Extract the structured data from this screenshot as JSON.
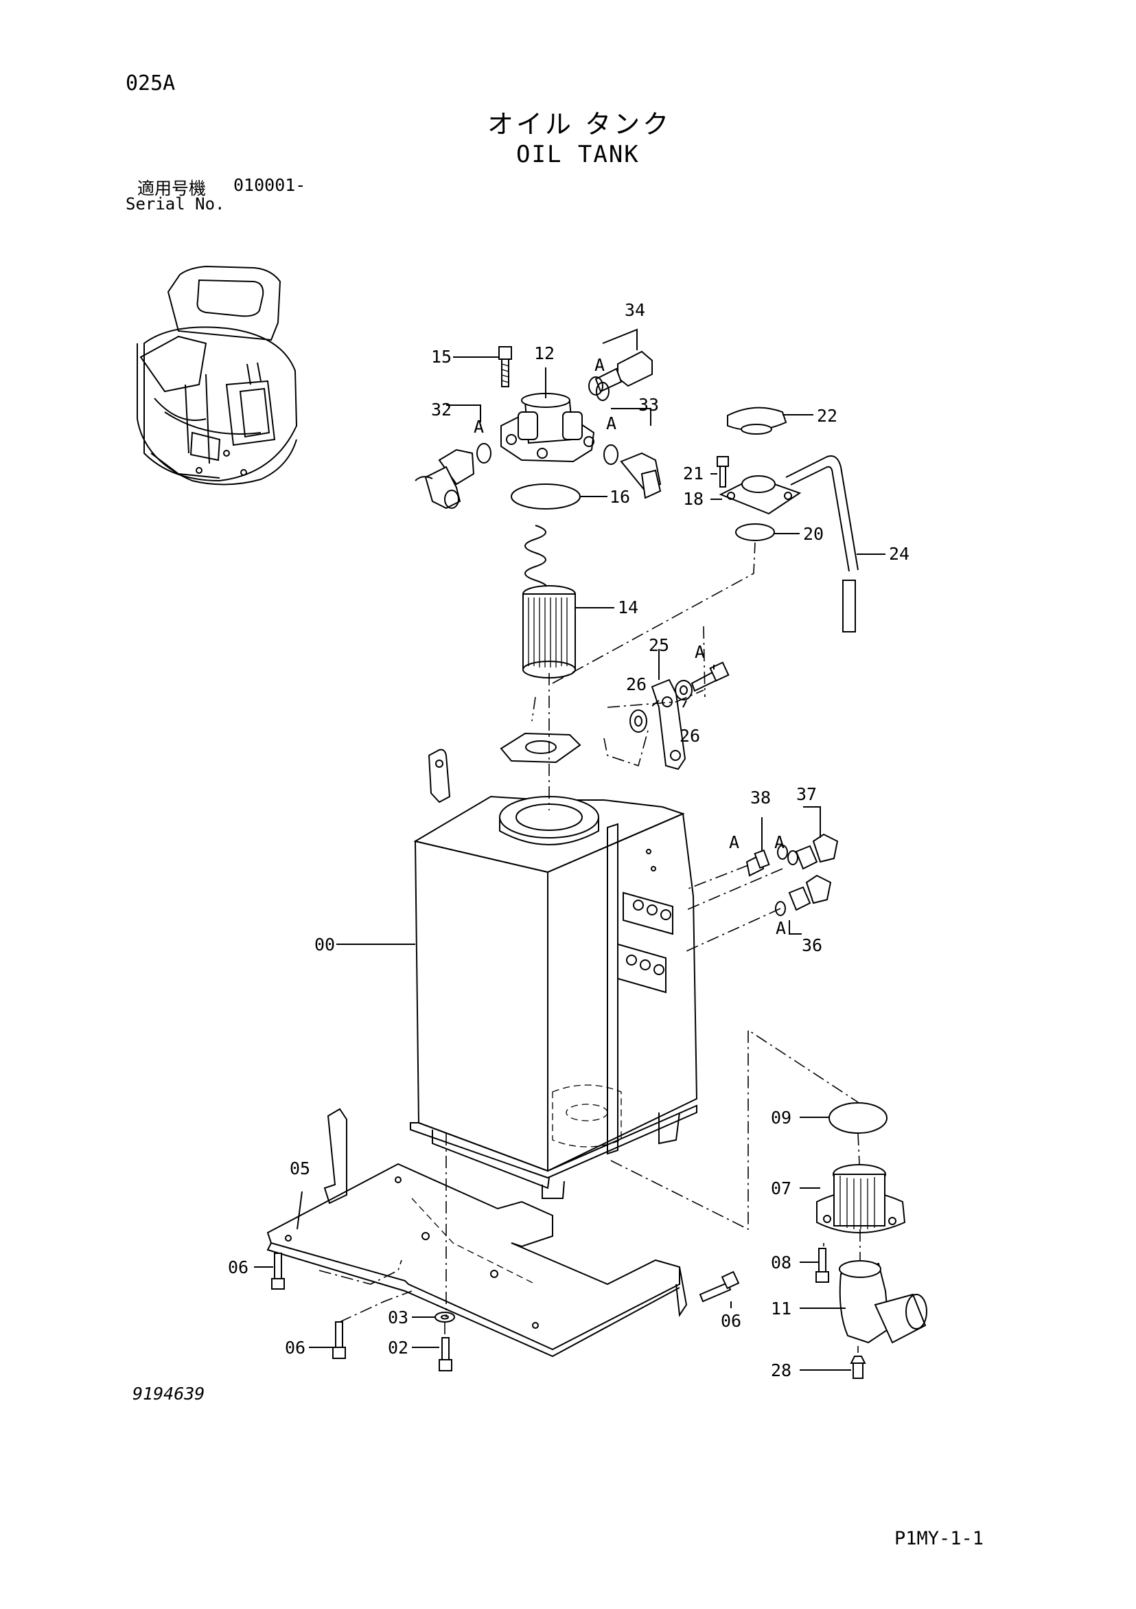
{
  "header": {
    "page_code": "025A",
    "title_jp": "オイル タンク",
    "title_en": "OIL TANK",
    "serial_label_jp": "適用号機",
    "serial_number": "010001-",
    "serial_label_en": "Serial No."
  },
  "footer": {
    "drawing_number": "9194639",
    "page_reference": "P1MY-1-1"
  },
  "callouts": {
    "c34": "34",
    "c15": "15",
    "c12": "12",
    "c32": "32",
    "c33": "33",
    "c22": "22",
    "c21": "21",
    "c18": "18",
    "c16": "16",
    "c20": "20",
    "c24": "24",
    "c14": "14",
    "c25": "25",
    "c26a": "26",
    "c26b": "26",
    "c38": "38",
    "c37": "37",
    "c36": "36",
    "c00": "00",
    "c09": "09",
    "c05": "05",
    "c07": "07",
    "c06a": "06",
    "c08": "08",
    "c06b": "06",
    "c11": "11",
    "c03": "03",
    "c06c": "06",
    "c02": "02",
    "c28": "28"
  },
  "markers": {
    "a1": "A",
    "a2": "A",
    "a3": "A",
    "a4": "A",
    "a5": "A",
    "a6": "A",
    "a7": "A"
  }
}
